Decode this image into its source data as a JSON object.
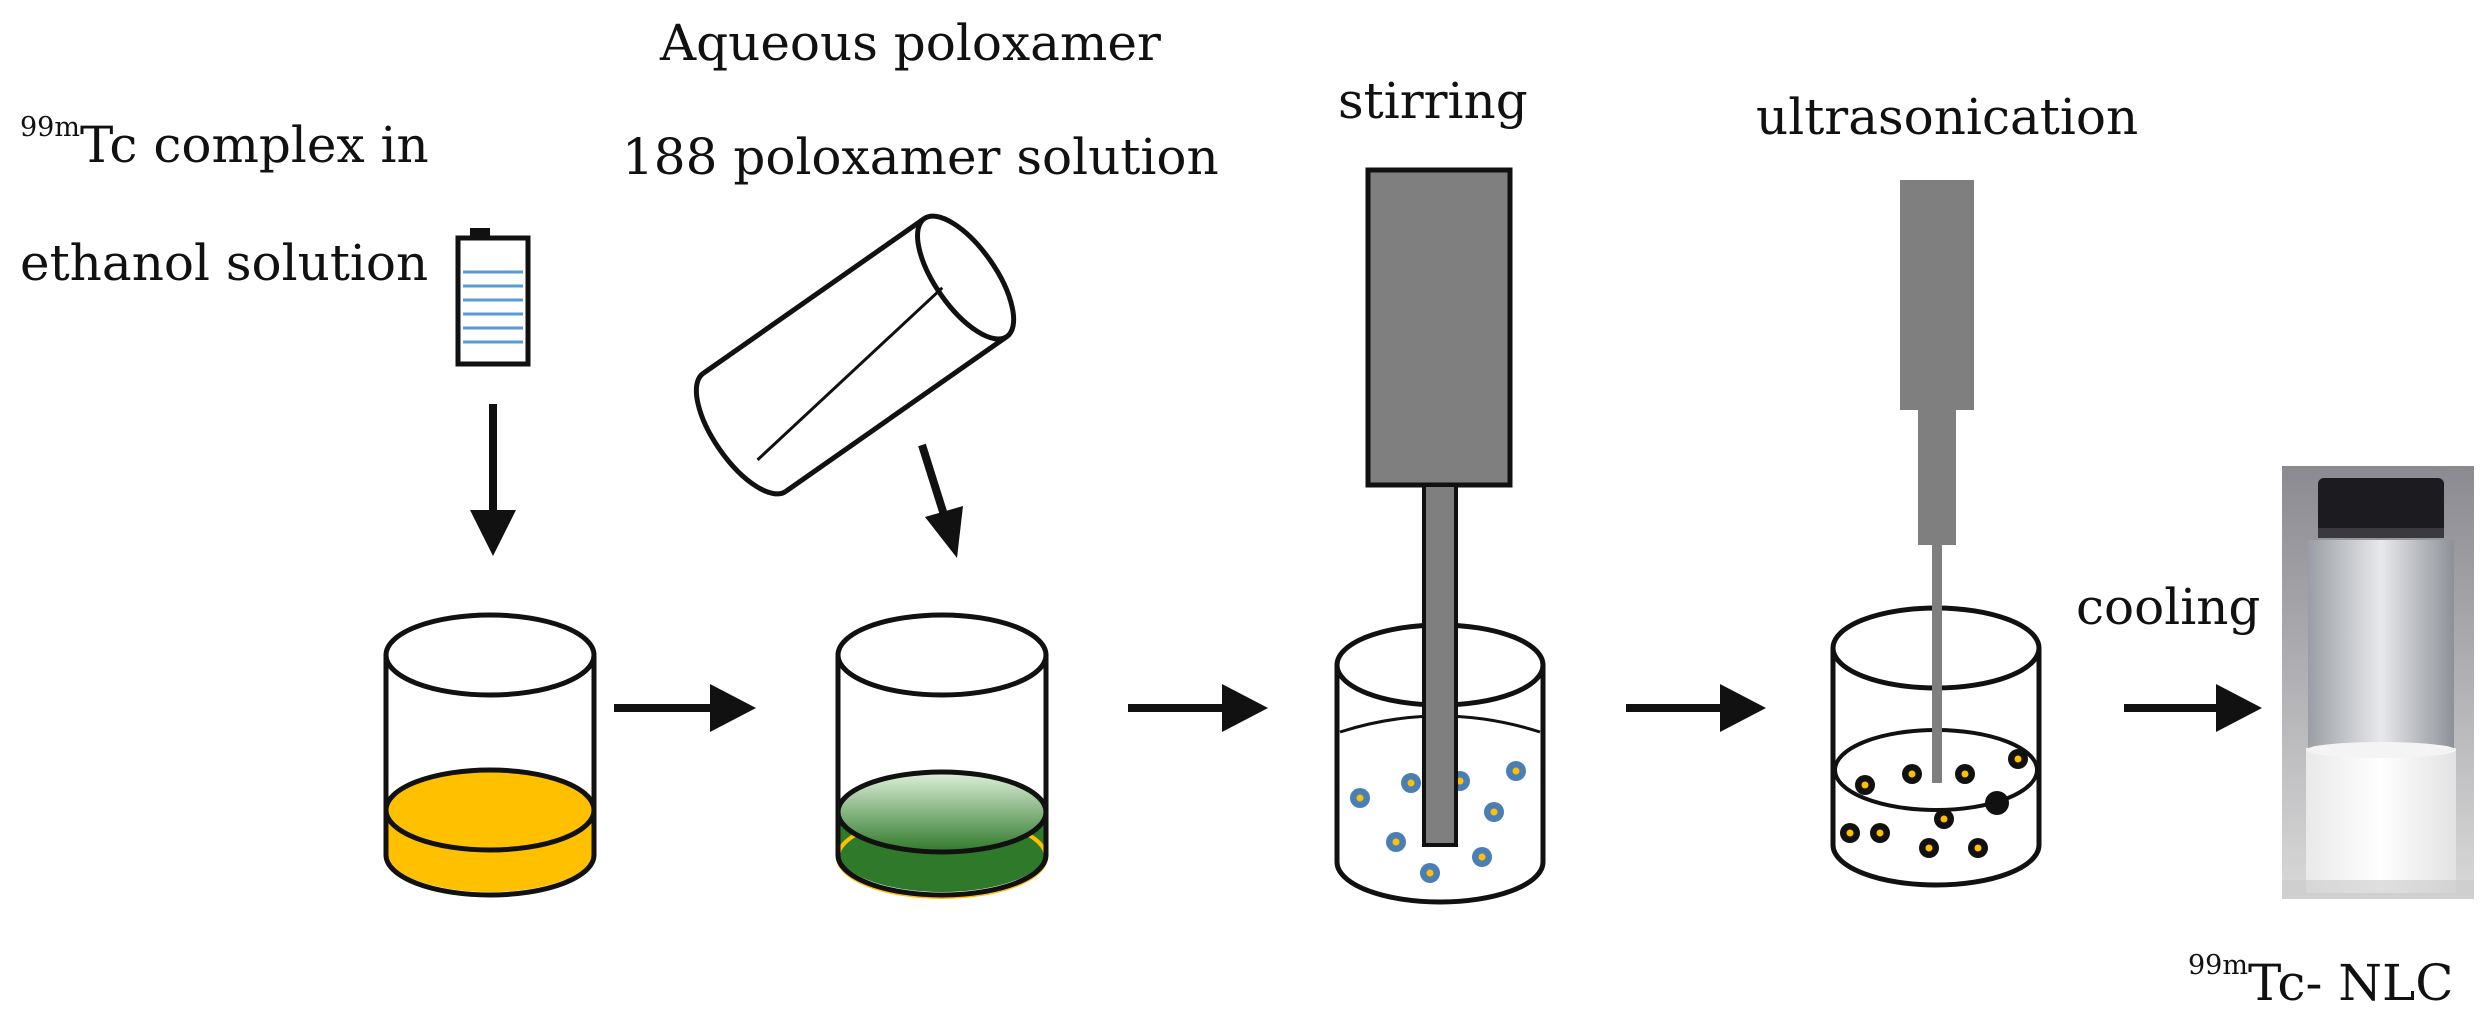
{
  "labels": {
    "tc_prefix": "99m",
    "tc_symbol": "Tc",
    "tc_complex_rest": " complex in",
    "ethanol_solution": "ethanol solution",
    "aqueous_line1": "Aqueous poloxamer",
    "aqueous_line2": "188 poloxamer solution",
    "stirring": "stirring",
    "ultrasonication": "ultrasonication",
    "cooling": "cooling",
    "product_rest": "- NLC"
  },
  "colors": {
    "outline": "#111111",
    "ethanol_layer": "#FFC000",
    "aqueous_layer_light": "#d6ead2",
    "aqueous_layer_dark": "#2f7a2a",
    "vial_lines": "#5b9bd5",
    "stirrer": "#7f7f7f",
    "particle_blue": "#4a7fb5",
    "particle_core": "#FFC000"
  },
  "icons": [
    "vial-icon",
    "tilted-cylinder-icon",
    "beaker-icon",
    "stirrer-icon",
    "sonicator-probe-icon",
    "arrow-icon",
    "sample-vial-photo"
  ]
}
